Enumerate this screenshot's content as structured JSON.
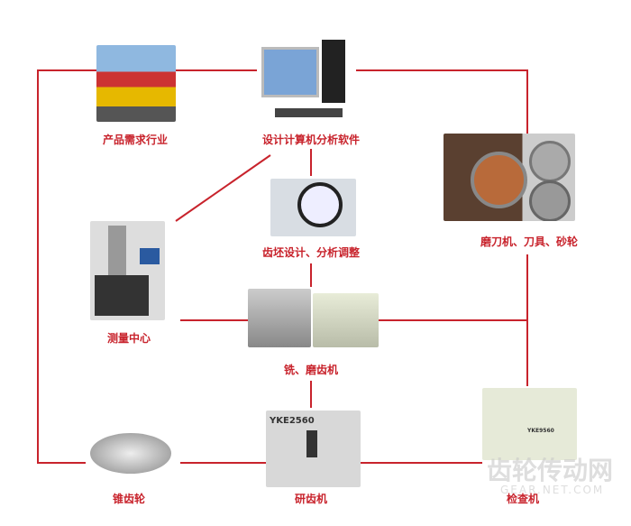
{
  "nodes": {
    "demand": {
      "label": "产品需求行业"
    },
    "software": {
      "label": "设计计算机分析软件"
    },
    "blank_design": {
      "label": "齿坯设计、分析调整"
    },
    "cutter": {
      "label": "磨刀机、刀具、砂轮"
    },
    "measure": {
      "label": "测量中心"
    },
    "milling": {
      "label": "铣、磨齿机"
    },
    "bevel_gear": {
      "label": "锥齿轮"
    },
    "lapping": {
      "label": "研齿机",
      "model": "YKE2560"
    },
    "checking": {
      "label": "检查机",
      "model": "YKE9560"
    }
  },
  "watermark": {
    "text": "齿轮传动网",
    "url": "GEAR.NET.COM"
  },
  "colors": {
    "line": "#c8232c",
    "label": "#c8232c"
  }
}
